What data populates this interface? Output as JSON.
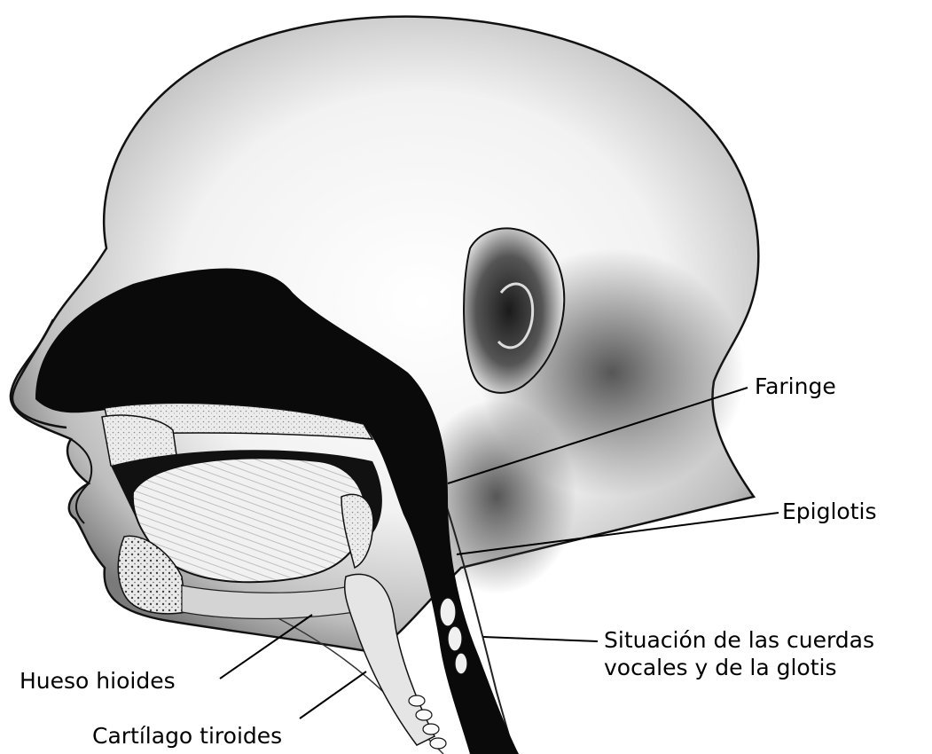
{
  "labels": {
    "faringe": "Faringe",
    "epiglotis": "Epiglotis",
    "situacion_line1": "Situación de las cuerdas",
    "situacion_line2": "vocales y de la glotis",
    "hueso_hioides": "Hueso hioides",
    "cartilago_tiroides": "Cartílago tiroides"
  }
}
